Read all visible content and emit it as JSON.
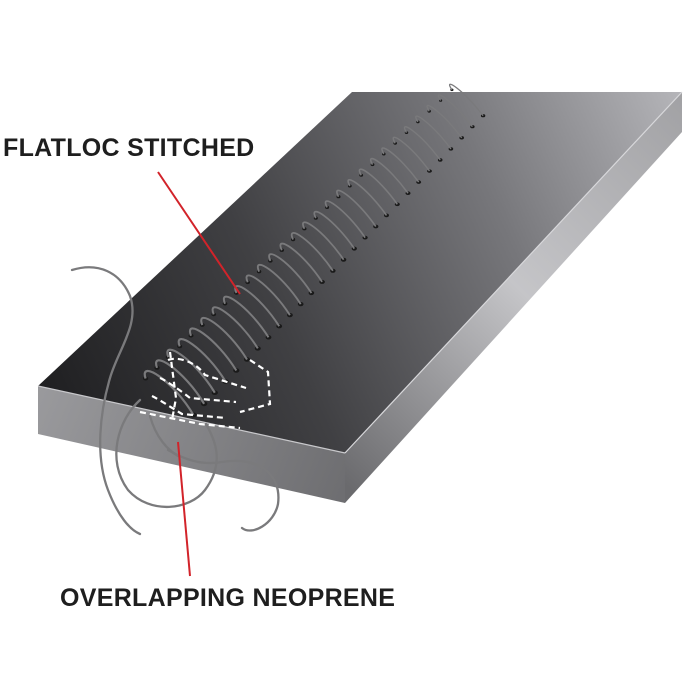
{
  "labels": {
    "top": "FLATLOC STITCHED",
    "bottom": "OVERLAPPING NEOPRENE"
  },
  "colors": {
    "background": "#ffffff",
    "label_text": "#1e1e1e",
    "leader_line": "#d2232a",
    "panel_top_dark": "#2a2a2c",
    "panel_top_light": "#a7a7aa",
    "panel_side": "#8d8d90",
    "thread": "#7a7a7c",
    "stitch_holes": "#1a1a1a",
    "dashed_overlap": "#ffffff"
  },
  "icons": {
    "panel": "neoprene-panel",
    "seam": "flatloc-seam",
    "thread": "loose-thread"
  }
}
